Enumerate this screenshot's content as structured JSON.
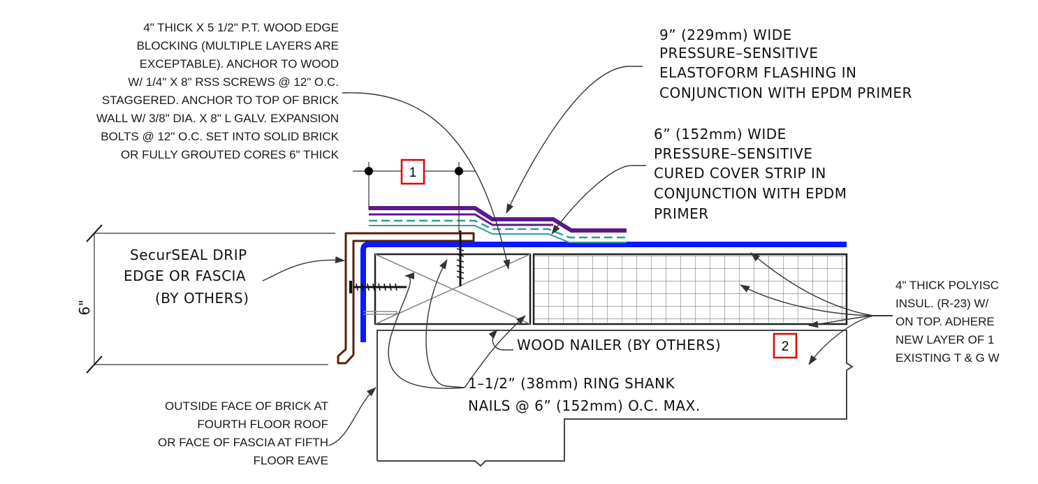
{
  "colors": {
    "membrane": "#0a1aff",
    "flashing": "#5a1a8c",
    "cover_strip": "#2e9c9c",
    "drip_edge": "#5a1f0a",
    "line": "#333333",
    "tag_border": "#e00000"
  },
  "notes": {
    "blocking": [
      "4\" THICK X 5 1/2\" P.T. WOOD EDGE",
      "BLOCKING (MULTIPLE LAYERS ARE",
      "EXCEPTABLE). ANCHOR TO WOOD",
      "W/ 1/4\" X 8\" RSS SCREWS @ 12\" O.C.",
      "STAGGERED. ANCHOR TO TOP OF BRICK",
      "WALL W/ 3/8\" DIA. X 8\" L GALV. EXPANSION",
      "BOLTS @ 12\" O.C. SET INTO SOLID BRICK",
      "OR FULLY GROUTED CORES 6\" THICK"
    ],
    "flashing": [
      "9” (229mm) WIDE",
      "PRESSURE–SENSITIVE",
      "ELASTOFORM FLASHING IN",
      "CONJUNCTION WITH EPDM PRIMER"
    ],
    "cover_strip": [
      "6” (152mm) WIDE",
      "PRESSURE–SENSITIVE",
      "CURED COVER STRIP IN",
      "CONJUNCTION WITH EPDM",
      "PRIMER"
    ],
    "drip_edge": [
      "SecurSEAL DRIP",
      "EDGE OR FASCIA",
      "(BY OTHERS)"
    ],
    "insulation": [
      "4\" THICK POLYISC",
      "INSUL. (R-23) W/",
      "ON TOP. ADHERE",
      "NEW LAYER OF 1",
      "EXISTING T & G W"
    ],
    "nailer": "WOOD NAILER (BY OTHERS)",
    "nails": [
      "1–1/2” (38mm) RING SHANK",
      "NAILS @ 6” (152mm) O.C. MAX."
    ],
    "brick": [
      "OUTSIDE FACE OF BRICK AT",
      "FOURTH FLOOR ROOF",
      "OR FACE OF FASCIA AT FIFTH",
      "FLOOR EAVE"
    ]
  },
  "dimension": {
    "height_label": "6\""
  },
  "tags": {
    "tag1": "1",
    "tag2": "2"
  }
}
